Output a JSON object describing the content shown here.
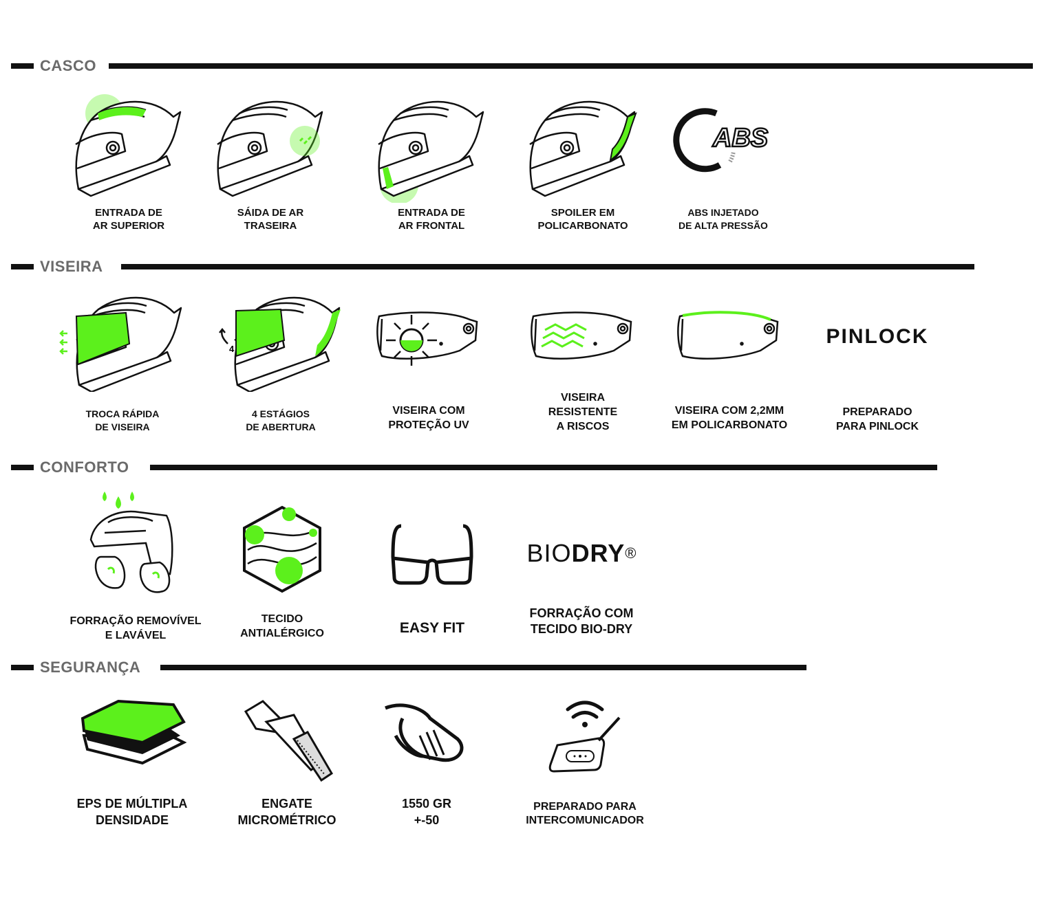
{
  "accent_color": "#5cf01c",
  "sections": [
    {
      "title": "CASCO",
      "items": [
        {
          "label1": "ENTRADA DE",
          "label2": "AR SUPERIOR",
          "icon": "helmet-top-vent-icon"
        },
        {
          "label1": "SÁIDA DE AR",
          "label2": "TRASEIRA",
          "icon": "helmet-rear-exhaust-icon"
        },
        {
          "label1": "ENTRADA DE",
          "label2": "AR FRONTAL",
          "icon": "helmet-front-vent-icon"
        },
        {
          "label1": "SPOILER EM",
          "label2": "POLICARBONATO",
          "icon": "helmet-spoiler-icon"
        },
        {
          "label1": "ABS INJETADO",
          "label2": "DE ALTA PRESSÃO",
          "icon": "abs-logo-icon",
          "logo_text": "ABS"
        }
      ]
    },
    {
      "title": "VISEIRA",
      "items": [
        {
          "label1": "TROCA RÁPIDA",
          "label2": "DE VISEIRA",
          "icon": "quick-release-visor-icon"
        },
        {
          "label1": "4 ESTÁGIOS",
          "label2": "DE ABERTURA",
          "icon": "visor-stages-icon",
          "badge": "4"
        },
        {
          "label1": "VISEIRA COM",
          "label2": "PROTEÇÃO UV",
          "icon": "uv-visor-icon"
        },
        {
          "label1": "VISEIRA",
          "label2": "RESISTENTE",
          "label3": "A RISCOS",
          "icon": "scratch-resistant-visor-icon"
        },
        {
          "label1": "VISEIRA COM 2,2MM",
          "label2": "EM POLICARBONATO",
          "icon": "polycarbonate-visor-icon"
        },
        {
          "label1": "PREPARADO",
          "label2": "PARA PINLOCK",
          "icon": "pinlock-logo",
          "logo_text": "PINLOCK"
        }
      ]
    },
    {
      "title": "CONFORTO",
      "items": [
        {
          "label1": "FORRAÇÃO REMOVÍVEL",
          "label2": "E LAVÁVEL",
          "icon": "removable-liner-icon"
        },
        {
          "label1": "TECIDO",
          "label2": "ANTIALÉRGICO",
          "icon": "antiallergic-fabric-icon"
        },
        {
          "label1": "EASY FIT",
          "icon": "glasses-icon"
        },
        {
          "label1": "FORRAÇÃO COM",
          "label2": "TECIDO BIO-DRY",
          "icon": "biodry-logo",
          "logo_light": "BIO",
          "logo_bold": "DRY",
          "logo_mark": "®"
        }
      ]
    },
    {
      "title": "SEGURANÇA",
      "items": [
        {
          "label1": "EPS DE MÚLTIPLA",
          "label2": "DENSIDADE",
          "icon": "eps-layers-icon"
        },
        {
          "label1": "ENGATE",
          "label2": "MICROMÉTRICO",
          "icon": "micrometric-buckle-icon"
        },
        {
          "label1": "1550 GR",
          "label2": "+-50",
          "icon": "weight-icon"
        },
        {
          "label1": "PREPARADO PARA",
          "label2": "INTERCOMUNICADOR",
          "icon": "intercom-icon"
        }
      ]
    }
  ]
}
